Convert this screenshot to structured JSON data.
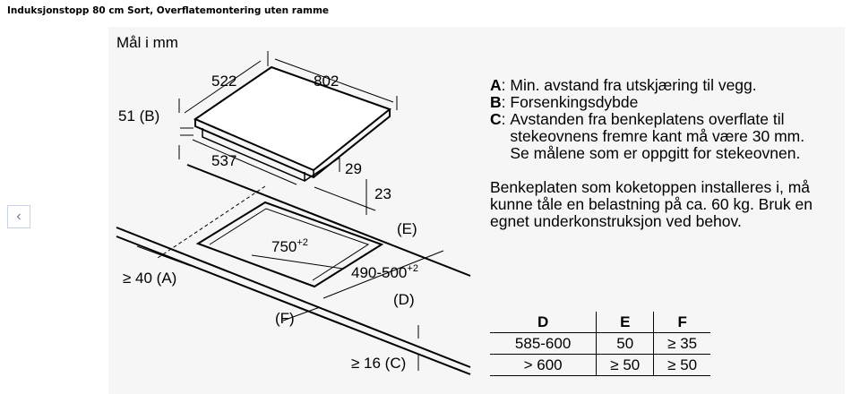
{
  "page_title": "Induksjonstopp 80 cm Sort, Overflatemontering uten ramme",
  "figure": {
    "units_label": "Mål i mm",
    "dimensions": {
      "depth": "522",
      "width": "802",
      "recess_depth_b": "51 (B)",
      "lower_width": "537",
      "height_29": "29",
      "height_23": "23",
      "cutout_width": "750",
      "cutout_width_tolerance": "+2",
      "cutout_depth": "490-500",
      "cutout_depth_tolerance": "+2",
      "min_wall_distance_a": "≥ 40 (A)",
      "front_distance_c": "≥ 16 (C)",
      "label_d": "(D)",
      "label_e": "(E)",
      "label_f": "(F)"
    }
  },
  "notes": [
    {
      "key": "A",
      "text": "Min. avstand fra utskjæring til vegg."
    },
    {
      "key": "B",
      "text": "Forsenkingsdybde"
    },
    {
      "key": "C",
      "text": "Avstanden fra benkeplatens overflate til stekeovnens fremre kant må være 30 mm. Se målene som er oppgitt for stekeovnen."
    }
  ],
  "install_note": "Benkeplaten som koketoppen installeres i, må kunne tåle en belastning på ca. 60 kg. Bruk en egnet underkonstruksjon ved behov.",
  "table": {
    "headers": [
      "D",
      "E",
      "F"
    ],
    "rows": [
      [
        "585-600",
        "50",
        "≥ 35"
      ],
      [
        "> 600",
        "≥ 50",
        "≥ 50"
      ]
    ]
  },
  "nav": {
    "prev_icon": "chevron-left-icon"
  }
}
